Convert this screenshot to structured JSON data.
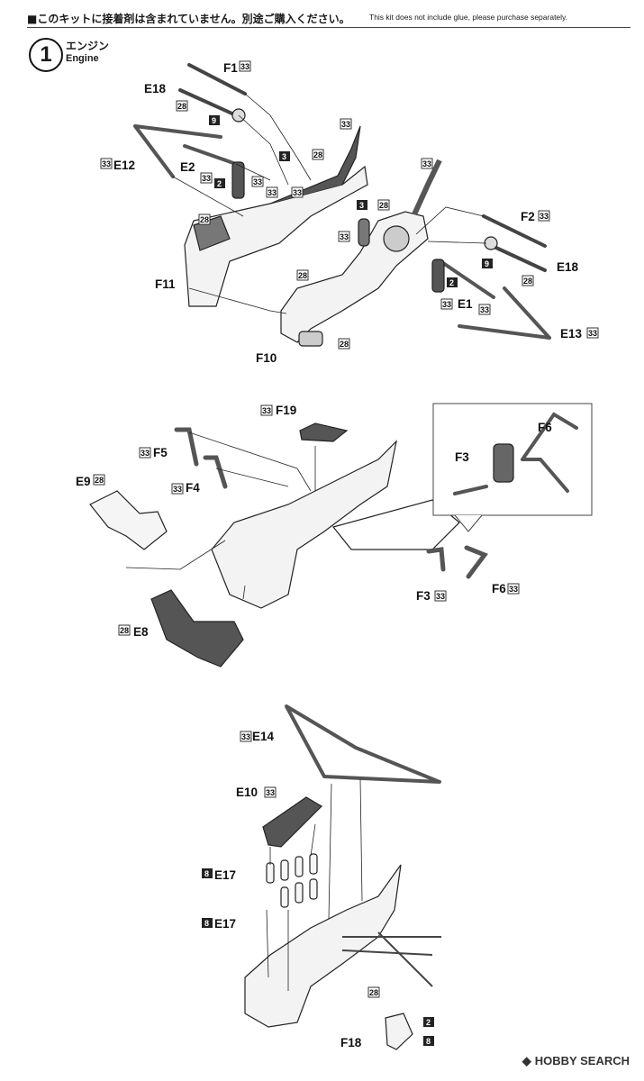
{
  "notice": {
    "jp": "■このキットに接着剤は含まれていません。別途ご購入ください。",
    "en": "This kit does not include glue, please purchase separately."
  },
  "step": {
    "number": "1",
    "title_jp": "エンジン",
    "title_en": "Engine"
  },
  "labels": {
    "F1": "F1",
    "E18a": "E18",
    "E12": "E12",
    "E2": "E2",
    "F11": "F11",
    "F10": "F10",
    "F2": "F2",
    "E18b": "E18",
    "E1": "E1",
    "E13": "E13",
    "F19": "F19",
    "F5": "F5",
    "F4": "F4",
    "E9": "E9",
    "E8": "E8",
    "F3a": "F3",
    "F6a": "F6",
    "F6b": "F6",
    "F3b": "F3",
    "E14": "E14",
    "E10": "E10",
    "E17a": "E17",
    "E17b": "E17",
    "F18": "F18"
  },
  "badges": {
    "b33": "33",
    "b28": "28",
    "b9": "9",
    "b3": "3",
    "b2": "2",
    "b8": "8"
  },
  "footer": {
    "brand": "HOBBY SEARCH",
    "mark": "◆"
  }
}
